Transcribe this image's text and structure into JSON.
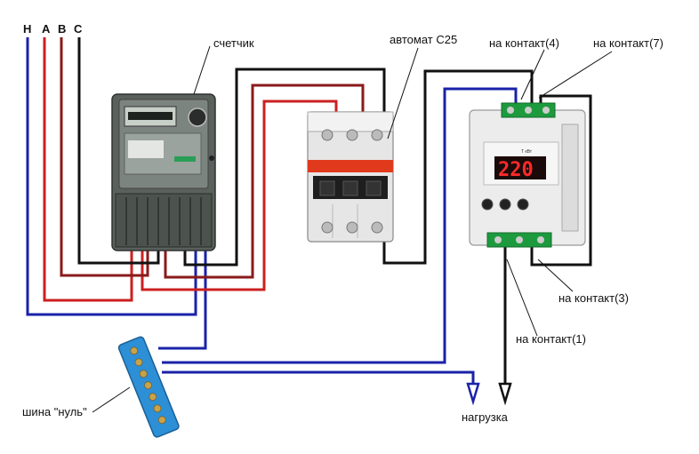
{
  "phases": [
    "Н",
    "А",
    "В",
    "С"
  ],
  "labels": {
    "meter": "счетчик",
    "breaker": "автомат С25",
    "contact4": "на контакт(4)",
    "contact7": "на контакт(7)",
    "contact3": "на контакт(3)",
    "contact1": "на контакт(1)",
    "neutral_bus": "шина \"нуль\"",
    "load": "нагрузка"
  },
  "wire_colors": {
    "neutral": "#1a22a8",
    "phase_a": "#cc2020",
    "phase_b": "#8a1a1a",
    "phase_c": "#111111"
  },
  "relay": {
    "display": "220",
    "brand_text": "Т кВт"
  }
}
